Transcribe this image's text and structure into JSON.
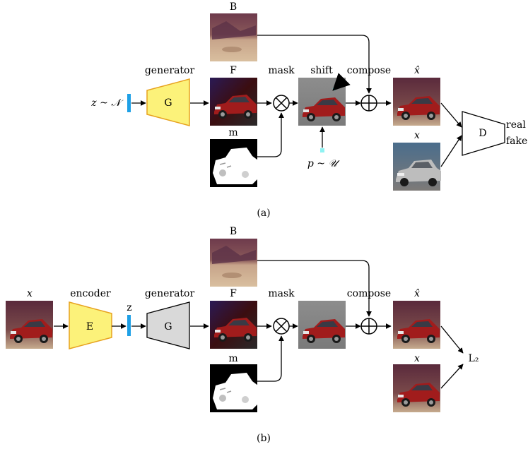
{
  "panel_a": {
    "caption": "(a)",
    "labels": {
      "B": "B",
      "generator": "generator",
      "F": "F",
      "mask": "mask",
      "shift": "shift",
      "compose": "compose",
      "x_hat": "x̂",
      "x": "x",
      "m": "m",
      "noise": "z ~ 𝒩",
      "shift_param": "p ~ 𝒰",
      "G": "G",
      "D": "D",
      "real": "real",
      "fake": "fake"
    }
  },
  "panel_b": {
    "caption": "(b)",
    "labels": {
      "x_in": "x",
      "encoder": "encoder",
      "z": "z",
      "generator": "generator",
      "B": "B",
      "F": "F",
      "mask": "mask",
      "compose": "compose",
      "x_hat": "x̂",
      "x": "x",
      "m": "m",
      "E": "E",
      "G": "G",
      "loss": "L₂"
    }
  },
  "colors": {
    "yellow_fill": "#fcf27a",
    "yellow_stroke": "#e7a21f",
    "gray_fill": "#d9d9d9",
    "latent_bar": "#1ea0e6",
    "arrow": "#000000"
  }
}
